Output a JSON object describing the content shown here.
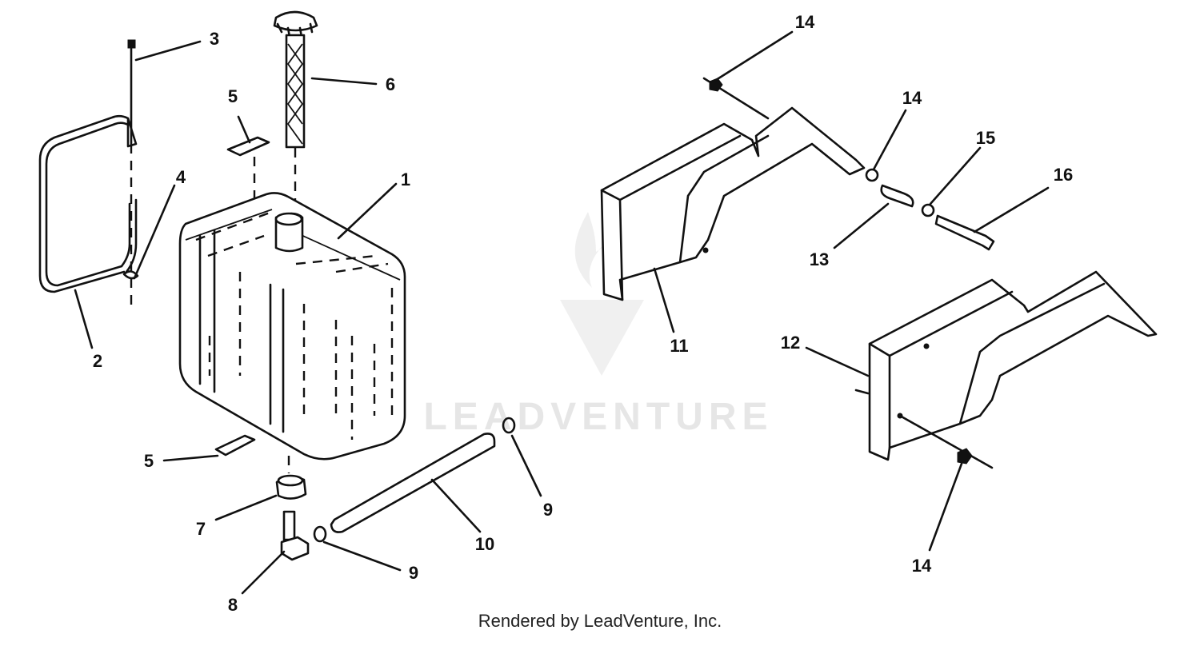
{
  "watermark": {
    "text": "LEADVENTURE",
    "color": "#e4e4e4"
  },
  "footer": {
    "text": "Rendered by LeadVenture, Inc."
  },
  "callouts": [
    "1",
    "2",
    "3",
    "4",
    "5",
    "5",
    "6",
    "7",
    "8",
    "9",
    "9",
    "10",
    "11",
    "12",
    "13",
    "14",
    "14",
    "14",
    "15",
    "16"
  ],
  "parts": {
    "fuel_tank": "fuel-tank",
    "tank_strap": "tank-strap",
    "cap": "fuel-cap",
    "fender_left": "fender-left",
    "fender_right": "fender-right"
  }
}
